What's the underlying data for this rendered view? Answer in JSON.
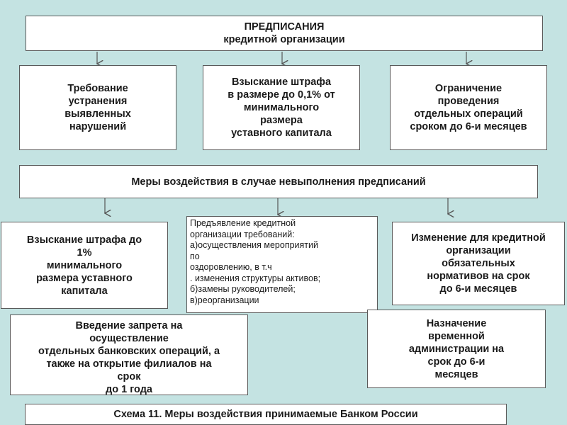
{
  "header": {
    "title": "ПРЕДПИСАНИЯ",
    "subtitle": "кредитной организации"
  },
  "level1": [
    "Требование\nустранения\nвыявленных\nнарушений",
    "Взыскание штрафа\nв размере до 0,1% от\nминимального\nразмера\nуставного капитала",
    "Ограничение\nпроведения\nотдельных операций\nсроком до 6-и месяцев"
  ],
  "measures": "Меры воздействия в случае невыполнения предписаний",
  "level2": {
    "fine": "Взыскание штрафа до\n1%\nминимального\nразмера уставного\nкапитала",
    "demands": " Предъявление кредитной\nорганизации требований:\nа)осуществления мероприятий\nпо\n оздоровлению, в т.ч\n. изменения структуры активов;\nб)замены руководителей;\nв)реорганизации",
    "norms": "Изменение для кредитной\nорганизации\nобязательных\nнормативов на срок\nдо 6-и месяцев",
    "ban": "Введение запрета на\nосуществление\nотдельных банковских операций, а\nтакже на открытие филиалов на\nсрок\nдо 1 года",
    "admin": "Назначение\nвременной\nадминистрации на\nсрок до 6-и\nмесяцев"
  },
  "caption": "Схема 11. Меры воздействия принимаемые Банком России",
  "colors": {
    "background": "#c4e3e2",
    "box": "#ffffff",
    "border": "#5a5a5a"
  }
}
